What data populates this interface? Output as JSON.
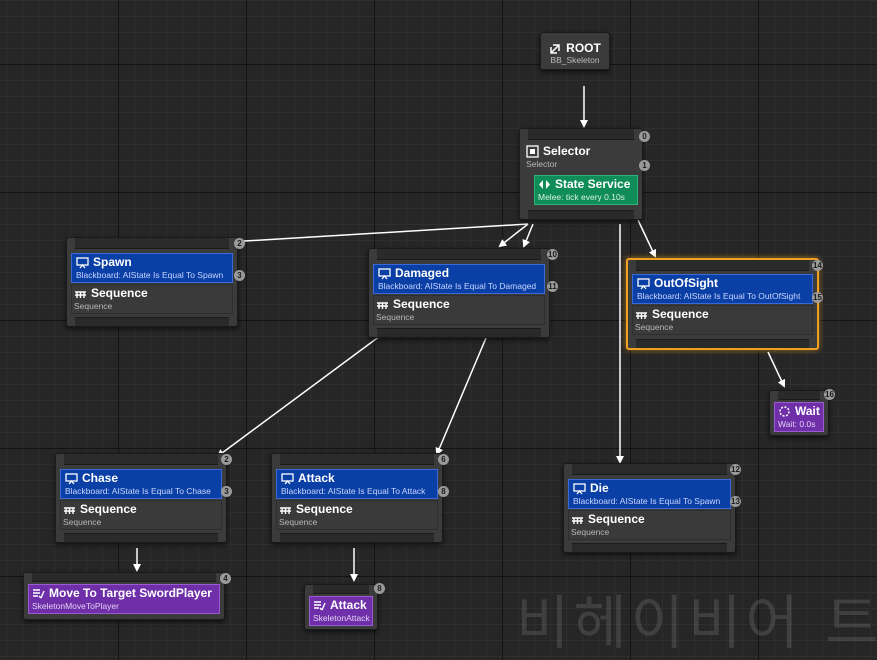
{
  "window": {
    "title": "Behavior Tree Editor"
  },
  "root": {
    "title": "ROOT",
    "subtitle": "BB_Skeleton"
  },
  "selector": {
    "title": "Selector",
    "subtitle": "Selector",
    "badge": "0",
    "service": {
      "title": "State Service",
      "subtitle": "Melee: tick every 0.10s",
      "badge": "1"
    }
  },
  "spawn": {
    "badge_top": "2",
    "badge_mid": "3",
    "decorator": {
      "title": "Spawn",
      "subtitle": "Blackboard: AIState Is Equal To Spawn"
    },
    "composite": {
      "title": "Sequence",
      "subtitle": "Sequence"
    }
  },
  "damaged": {
    "badge_top": "10",
    "badge_mid": "11",
    "decorator": {
      "title": "Damaged",
      "subtitle": "Blackboard: AIState Is Equal To Damaged"
    },
    "composite": {
      "title": "Sequence",
      "subtitle": "Sequence"
    }
  },
  "outofsight": {
    "badge_top": "14",
    "badge_mid": "15",
    "decorator": {
      "title": "OutOfSight",
      "subtitle": "Blackboard: AIState Is Equal To OutOfSight"
    },
    "composite": {
      "title": "Sequence",
      "subtitle": "Sequence"
    }
  },
  "wait": {
    "title": "Wait",
    "subtitle": "Wait: 0.0s",
    "badge": "16"
  },
  "chase": {
    "badge_top": "2",
    "badge_mid": "3",
    "decorator": {
      "title": "Chase",
      "subtitle": "Blackboard: AIState Is Equal To Chase"
    },
    "composite": {
      "title": "Sequence",
      "subtitle": "Sequence"
    }
  },
  "attack_seq": {
    "badge_top": "6",
    "badge_mid": "8",
    "decorator": {
      "title": "Attack",
      "subtitle": "Blackboard: AIState Is Equal To Attack"
    },
    "composite": {
      "title": "Sequence",
      "subtitle": "Sequence"
    }
  },
  "die": {
    "badge_top": "12",
    "badge_mid": "13",
    "decorator": {
      "title": "Die",
      "subtitle": "Blackboard: AIState Is Equal To Spawn"
    },
    "composite": {
      "title": "Sequence",
      "subtitle": "Sequence"
    }
  },
  "move_task": {
    "title": "Move To Target SwordPlayer",
    "subtitle": "SkeletonMoveToPlayer",
    "badge": "4"
  },
  "attack_task": {
    "title": "Attack",
    "subtitle": "SkeletonAttack",
    "badge": "8"
  },
  "watermark": "비헤이비어 트",
  "colors": {
    "decorator": "#0a3fa6",
    "task": "#6e2fa8",
    "service": "#0f8c58",
    "selected_outline": "#f0a020",
    "wire": "#ffffff",
    "grid_bg": "#262626"
  }
}
